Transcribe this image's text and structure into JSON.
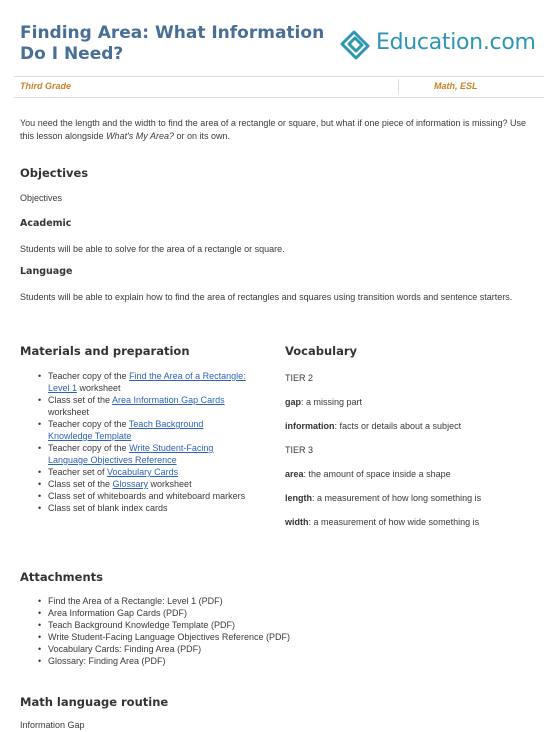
{
  "header": {
    "title": "Finding Area: What Information Do I Need?",
    "logo_text": "Education.com",
    "grade": "Third Grade",
    "subject": "Math, ESL"
  },
  "intro": {
    "before": "You need the length and the width to find the area of a rectangle or square, but what if one piece of information is missing? Use this lesson alongside ",
    "italic": "What's My Area?",
    "after": " or on its own."
  },
  "objectives": {
    "heading": "Objectives",
    "sub": "Objectives",
    "academic_heading": "Academic",
    "academic_text": "Students will be able to solve for the area of a rectangle or square.",
    "language_heading": "Language",
    "language_text": "Students will be able to explain how to find the area of rectangles and squares using transition words and sentence starters."
  },
  "materials": {
    "heading": "Materials and preparation",
    "items": [
      {
        "pre": "Teacher copy of the ",
        "link": "Find the Area of a Rectangle: Level 1",
        "post": " worksheet"
      },
      {
        "pre": "Class set of the ",
        "link": "Area Information Gap Cards",
        "post": " worksheet"
      },
      {
        "pre": "Teacher copy of the ",
        "link": "Teach Background Knowledge Template",
        "post": ""
      },
      {
        "pre": "Teacher copy of the ",
        "link": "Write Student-Facing Language Objectives Reference",
        "post": ""
      },
      {
        "pre": "Teacher set of ",
        "link": "Vocabulary Cards",
        "post": ""
      },
      {
        "pre": "Class set of the ",
        "link": "Glossary",
        "post": " worksheet"
      },
      {
        "pre": "Class set of whiteboards and whiteboard markers",
        "link": "",
        "post": ""
      },
      {
        "pre": "Class set of blank index cards",
        "link": "",
        "post": ""
      }
    ]
  },
  "vocabulary": {
    "heading": "Vocabulary",
    "tier2": "TIER 2",
    "gap_term": "gap",
    "gap_def": ": a missing part",
    "info_term": "information",
    "info_def": ": facts or details about a subject",
    "tier3": "TIER 3",
    "area_term": "area",
    "area_def": ": the amount of space inside a shape",
    "length_term": "length",
    "length_def": ": a measurement of how long something is",
    "width_term": "width",
    "width_def": ": a measurement of how wide something is"
  },
  "attachments": {
    "heading": "Attachments",
    "items": [
      "Find the Area of a Rectangle: Level 1 (PDF)",
      "Area Information Gap Cards (PDF)",
      "Teach Background Knowledge Template (PDF)",
      "Write Student-Facing Language Objectives Reference (PDF)",
      "Vocabulary Cards: Finding Area (PDF)",
      "Glossary: Finding Area (PDF)"
    ]
  },
  "routine": {
    "heading": "Math language routine",
    "text": "Information Gap"
  },
  "colors": {
    "title": "#4a6f97",
    "logo": "#2d96b5",
    "grade": "#c7822a",
    "link": "#2c63b8"
  }
}
